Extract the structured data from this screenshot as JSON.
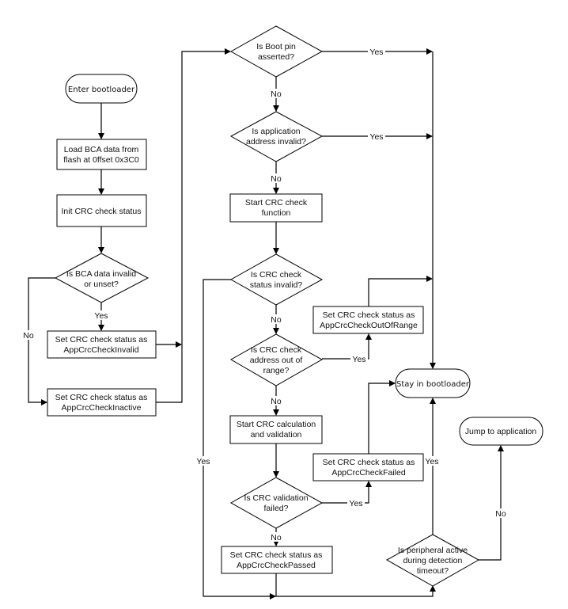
{
  "diagram": {
    "type": "flowchart",
    "nodes": {
      "enter_bootloader": {
        "kind": "terminal",
        "lines": [
          "Enter bootloader"
        ]
      },
      "load_bca": {
        "kind": "process",
        "lines": [
          "Load BCA data from",
          "flash at 0ffset 0x3C0"
        ]
      },
      "init_crc": {
        "kind": "process",
        "lines": [
          "Init CRC check status"
        ]
      },
      "bca_invalid": {
        "kind": "decision",
        "lines": [
          "Is BCA data invalid",
          "or unset?"
        ]
      },
      "set_invalid": {
        "kind": "process",
        "lines": [
          "Set CRC check status as",
          "AppCrcCheckInvalid"
        ]
      },
      "set_inactive": {
        "kind": "process",
        "lines": [
          "Set CRC check status as",
          "AppCrcCheckInactive"
        ]
      },
      "boot_pin": {
        "kind": "decision",
        "lines": [
          "Is Boot pin",
          "asserted?"
        ]
      },
      "app_addr_invalid": {
        "kind": "decision",
        "lines": [
          "Is application",
          "address invalid?"
        ]
      },
      "start_crc_fn": {
        "kind": "process",
        "lines": [
          "Start CRC check",
          "function"
        ]
      },
      "crc_status_invalid": {
        "kind": "decision",
        "lines": [
          "Is CRC check",
          "status invalid?"
        ]
      },
      "set_out_of_range": {
        "kind": "process",
        "lines": [
          "Set CRC check status as",
          "AppCrcCheckOutOfRange"
        ]
      },
      "crc_addr_oor": {
        "kind": "decision",
        "lines": [
          "Is CRC check",
          "address out of",
          "range?"
        ]
      },
      "start_crc_calc": {
        "kind": "process",
        "lines": [
          "Start CRC calculation",
          "and validation"
        ]
      },
      "set_failed": {
        "kind": "process",
        "lines": [
          "Set CRC check status as",
          "AppCrcCheckFailed"
        ]
      },
      "validation_failed": {
        "kind": "decision",
        "lines": [
          "Is CRC validation",
          "failed?"
        ]
      },
      "set_passed": {
        "kind": "process",
        "lines": [
          "Set CRC check status as",
          "AppCrcCheckPassed"
        ]
      },
      "stay_bootloader": {
        "kind": "terminal",
        "lines": [
          "Stay in bootloader"
        ]
      },
      "jump_app": {
        "kind": "terminal",
        "lines": [
          "Jump to application"
        ]
      },
      "peripheral_active": {
        "kind": "decision",
        "lines": [
          "Is peripheral active",
          "during detection",
          "timeout?"
        ]
      }
    },
    "edge_labels": {
      "bca_yes": "Yes",
      "bca_no": "No",
      "boot_yes": "Yes",
      "boot_no": "No",
      "app_yes": "Yes",
      "app_no": "No",
      "status_yes": "Yes",
      "status_no": "No",
      "oor_yes": "Yes",
      "oor_no": "No",
      "val_yes": "Yes",
      "val_no": "No",
      "periph_yes": "Yes",
      "periph_no": "No"
    },
    "edges": [
      [
        "enter_bootloader",
        "load_bca",
        ""
      ],
      [
        "load_bca",
        "init_crc",
        ""
      ],
      [
        "init_crc",
        "bca_invalid",
        ""
      ],
      [
        "bca_invalid",
        "set_invalid",
        "Yes"
      ],
      [
        "bca_invalid",
        "set_inactive",
        "No"
      ],
      [
        "set_invalid",
        "boot_pin",
        ""
      ],
      [
        "set_inactive",
        "boot_pin",
        ""
      ],
      [
        "boot_pin",
        "stay_bootloader",
        "Yes"
      ],
      [
        "boot_pin",
        "app_addr_invalid",
        "No"
      ],
      [
        "app_addr_invalid",
        "stay_bootloader",
        "Yes"
      ],
      [
        "app_addr_invalid",
        "start_crc_fn",
        "No"
      ],
      [
        "start_crc_fn",
        "crc_status_invalid",
        ""
      ],
      [
        "crc_status_invalid",
        "peripheral_active",
        "Yes"
      ],
      [
        "crc_status_invalid",
        "crc_addr_oor",
        "No"
      ],
      [
        "crc_addr_oor",
        "set_out_of_range",
        "Yes"
      ],
      [
        "set_out_of_range",
        "stay_bootloader",
        ""
      ],
      [
        "crc_addr_oor",
        "start_crc_calc",
        "No"
      ],
      [
        "start_crc_calc",
        "validation_failed",
        ""
      ],
      [
        "validation_failed",
        "set_failed",
        "Yes"
      ],
      [
        "set_failed",
        "stay_bootloader",
        ""
      ],
      [
        "validation_failed",
        "set_passed",
        "No"
      ],
      [
        "set_passed",
        "peripheral_active",
        ""
      ],
      [
        "peripheral_active",
        "stay_bootloader",
        "Yes"
      ],
      [
        "peripheral_active",
        "jump_app",
        "No"
      ]
    ]
  }
}
